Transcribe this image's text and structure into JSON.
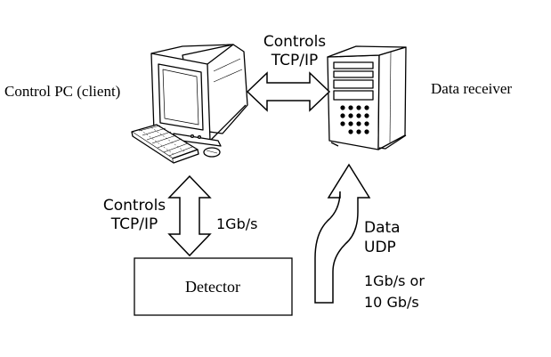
{
  "labels": {
    "control_pc": "Control PC (client)",
    "data_receiver": "Data receiver",
    "detector": "Detector",
    "pc_receiver_link": [
      "Controls",
      "TCP/IP"
    ],
    "pc_detector_link": [
      "Controls",
      "TCP/IP"
    ],
    "pc_detector_rate": "1Gb/s",
    "data_link": [
      "Data",
      "UDP"
    ],
    "data_rate": [
      "1Gb/s or",
      "10 Gb/s"
    ]
  },
  "colors": {
    "stroke": "#000000",
    "background": "#ffffff"
  },
  "icons": [
    "monitor-icon",
    "keyboard-icon",
    "mouse-icon",
    "server-tower-icon"
  ]
}
